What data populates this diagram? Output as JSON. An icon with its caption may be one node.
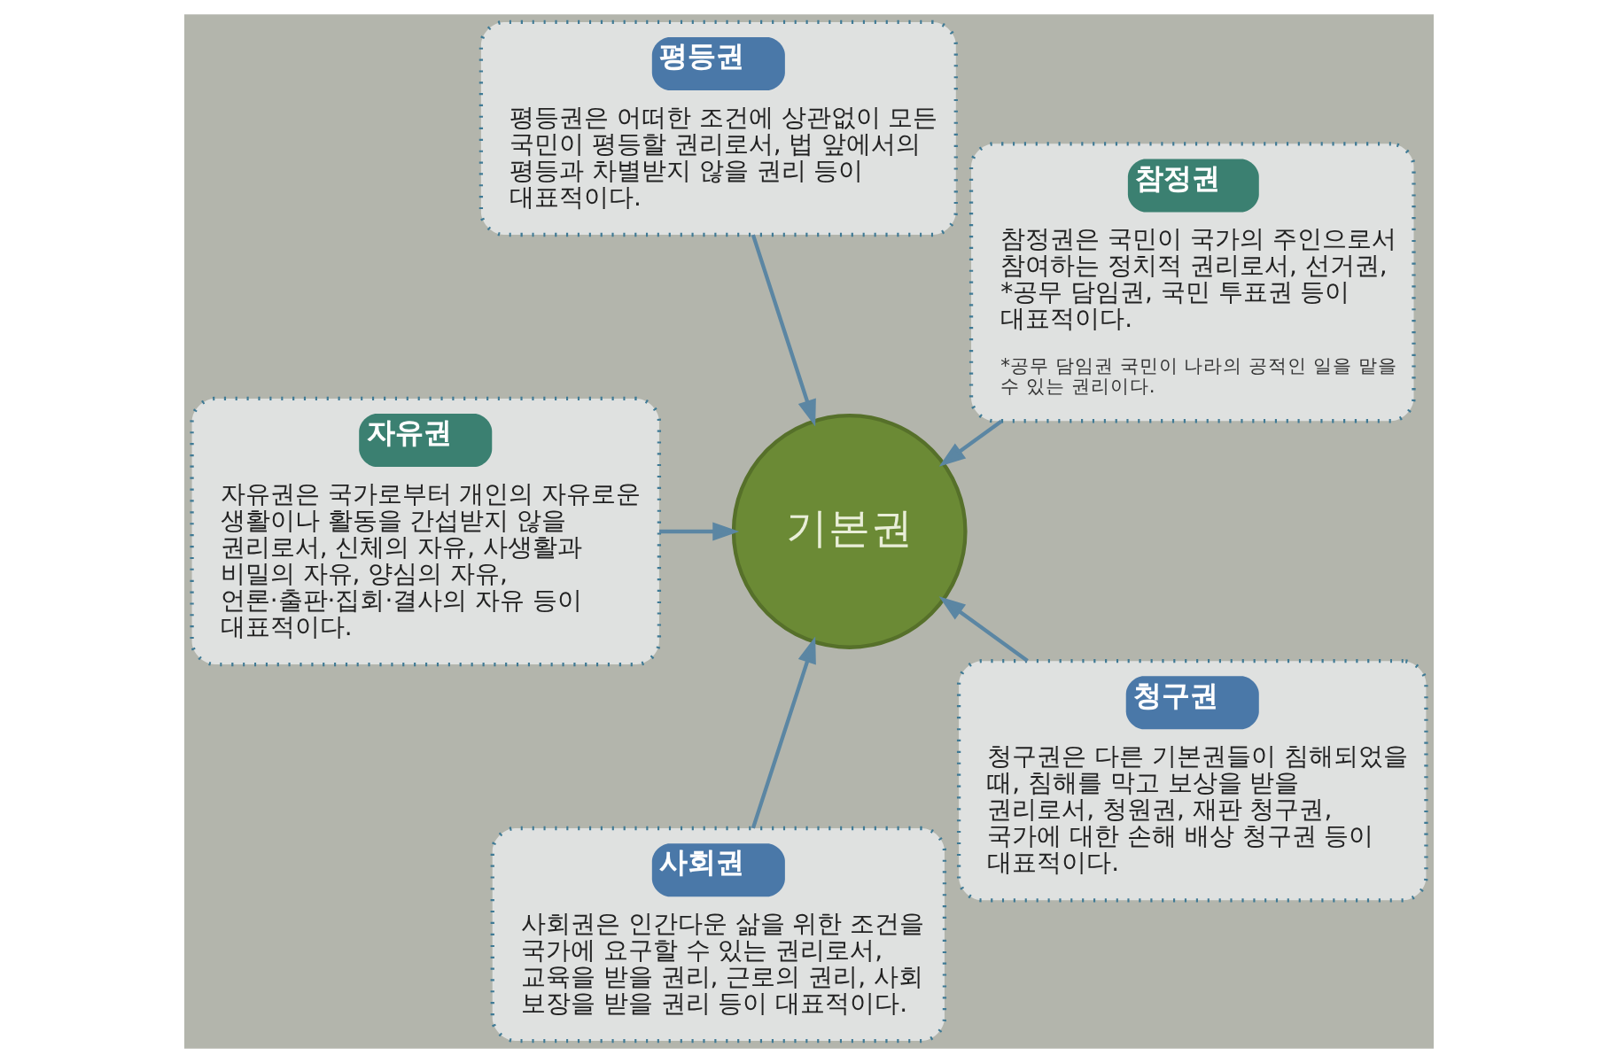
{
  "diagram": {
    "nodes": [
      {
        "text": [
          "평등권",
          "평등권은 어떠한 조건에 상관없이 모든 국민이 평등할 권리로서, 법 앞에서의 평등과 차별받지 않을 권리 등이 대표적이다."
        ]
      },
      {
        "text": [
          "자유권",
          "자유권은 국가로부터 개인의 자유로운 생활이나 활동을 간섭받지 않을 권리로서, 신체의 자유, 사생활과 비밀의 자유, 양심의 자유, 언론·출판·집회·결사의 자유 등이 대표적이다."
        ]
      },
      {
        "text": [
          "기본권"
        ]
      },
      {
        "text": [
          "참정권",
          "참정권은 국민이 국가의 주인으로서 참여하는 정치적 권리로서, 선거권, *공무 담임권, 국민 투표권 등이 대표적이다.",
          "*공무 담임권 국민이 나라의 공적인 일을 맡을 수 있는 권리이다."
        ]
      },
      {
        "text": [
          "사회권",
          "사회권은 인간다운 삶을 위한 조건을 국가에 요구할 수 있는 권리로서, 교육을 받을 권리, 근로의 권리, 사회 보장을 받을 권리 등이 대표적이다."
        ]
      },
      {
        "text": [
          "청구권",
          "청구권은 다른 기본권들이 침해되었을 때, 침해를 막고 보상을 받을 권리로서, 청원권, 재판 청구권, 국가에 대한 손해 배상 청구권 등이 대표적이다."
        ]
      }
    ],
    "edges": [
      {
        "from": 0,
        "to": 2,
        "arrow": "to"
      },
      {
        "from": 1,
        "to": 2,
        "arrow": "to"
      },
      {
        "from": 3,
        "to": 2,
        "arrow": "to"
      },
      {
        "from": 4,
        "to": 2,
        "arrow": "to"
      },
      {
        "from": 5,
        "to": 2,
        "arrow": "to"
      }
    ]
  }
}
